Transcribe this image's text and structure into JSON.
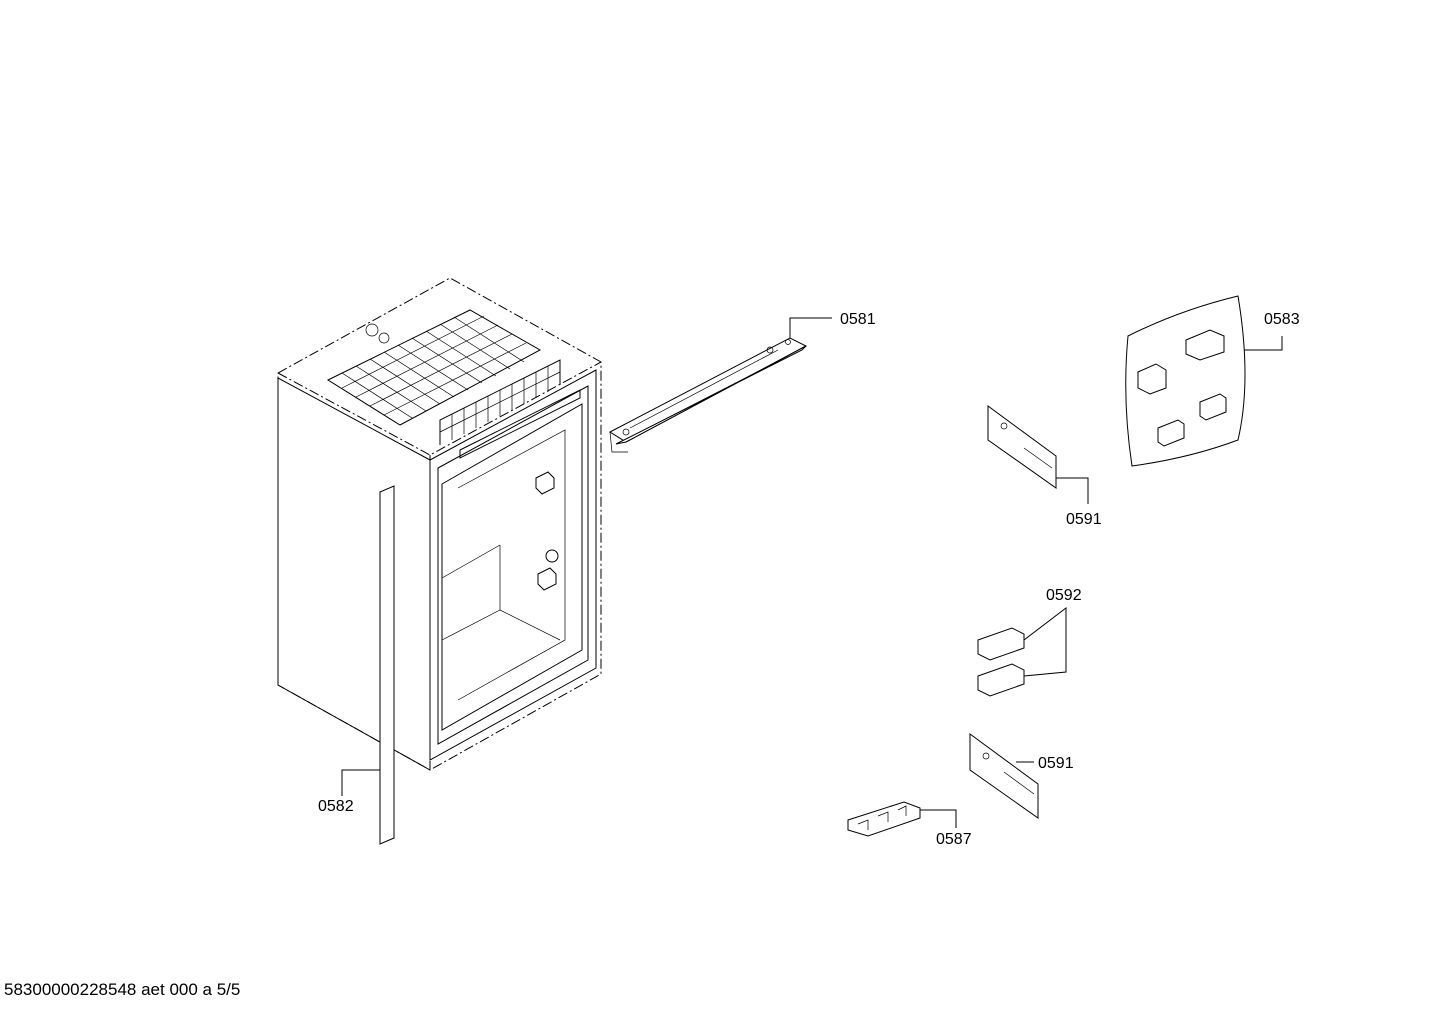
{
  "diagram": {
    "parts": [
      {
        "id": "0581",
        "label": "0581"
      },
      {
        "id": "0582",
        "label": "0582"
      },
      {
        "id": "0583",
        "label": "0583"
      },
      {
        "id": "0587",
        "label": "0587"
      },
      {
        "id": "0591_top",
        "label": "0591"
      },
      {
        "id": "0591_bottom",
        "label": "0591"
      },
      {
        "id": "0592",
        "label": "0592"
      }
    ]
  },
  "footer": {
    "text": "58300000228548 aet 000 a 5/5"
  }
}
